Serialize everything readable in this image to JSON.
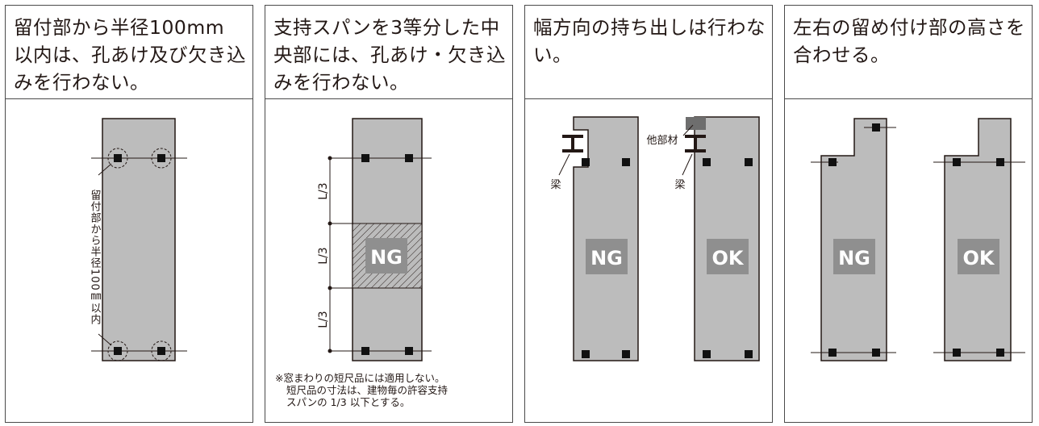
{
  "panels": [
    {
      "title_lines": [
        "留付部から半径100mm",
        "以内は、孔あけ及び欠き込",
        "みを行わない。"
      ],
      "annotation": "留付部から半径100㎜以内"
    },
    {
      "title_lines": [
        "支持スパンを3等分した中",
        "央部には、孔あけ・欠き込",
        "みを行わない。"
      ],
      "dimension_label": "L/3",
      "ng_label": "NG",
      "note_lines": [
        "※窓まわりの短尺品には適用しない。",
        "短尺品の寸法は、建物毎の許容支持",
        "スパンの 1/3 以下とする。"
      ]
    },
    {
      "title_lines": [
        "幅方向の持ち出しは行わな",
        "い。"
      ],
      "beam_label": "梁",
      "other_member_label": "他部材",
      "ng_label": "NG",
      "ok_label": "OK"
    },
    {
      "title_lines": [
        "左右の留め付け部の高さを",
        "合わせる。"
      ],
      "ng_label": "NG",
      "ok_label": "OK"
    }
  ],
  "colors": {
    "panel_fill": "#bcbcbc",
    "badge": "#8f8f8f",
    "other_member": "#6e6e6e",
    "line": "#231815"
  }
}
